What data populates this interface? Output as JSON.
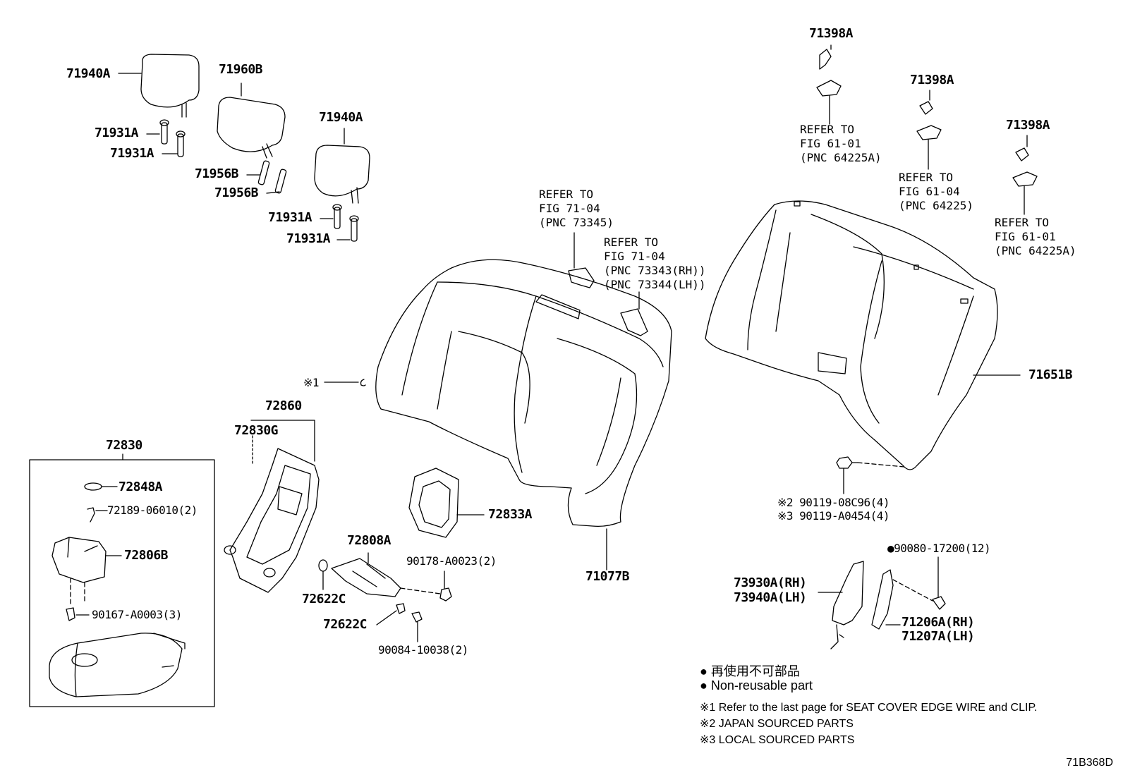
{
  "parts": {
    "p71940A_1": "71940A",
    "p71960B": "71960B",
    "p71931A_1": "71931A",
    "p71931A_2": "71931A",
    "p71940A_2": "71940A",
    "p71956B_1": "71956B",
    "p71956B_2": "71956B",
    "p71931A_3": "71931A",
    "p71931A_4": "71931A",
    "p71398A_1": "71398A",
    "p71398A_2": "71398A",
    "p71398A_3": "71398A",
    "p71651B": "71651B",
    "p72860": "72860",
    "p72830G": "72830G",
    "p72830": "72830",
    "p72848A": "72848A",
    "p72189": "72189-06010(2)",
    "p72806B": "72806B",
    "p90167": "90167-A0003(3)",
    "p72833A": "72833A",
    "p72808A": "72808A",
    "p90178": "90178-A0023(2)",
    "p72622C_1": "72622C",
    "p72622C_2": "72622C",
    "p90084": "90084-10038(2)",
    "p71077B": "71077B",
    "p90119_2": "※2 90119-08C96(4)",
    "p90119_3": "※3 90119-A0454(4)",
    "p90080": "●90080-17200(12)",
    "p73930A": "73930A(RH)",
    "p73940A": "73940A(LH)",
    "p71206A": "71206A(RH)",
    "p71207A": "71207A(LH)",
    "note1_mark": "※1"
  },
  "refs": {
    "r1": [
      "REFER TO",
      "FIG 61-01",
      "(PNC 64225A)"
    ],
    "r2": [
      "REFER TO",
      "FIG 61-04",
      "(PNC 64225)"
    ],
    "r3": [
      "REFER TO",
      "FIG 61-01",
      "(PNC 64225A)"
    ],
    "r4": [
      "REFER TO",
      "FIG 71-04",
      "(PNC 73345)"
    ],
    "r5": [
      "REFER TO",
      "FIG 71-04",
      "(PNC 73343(RH))",
      "(PNC 73344(LH))"
    ]
  },
  "legend": {
    "jp": "● 再使用不可部品",
    "en": "● Non-reusable part",
    "n1": "※1 Refer to the last page for SEAT COVER EDGE WIRE and CLIP.",
    "n2": "※2 JAPAN SOURCED PARTS",
    "n3": "※3 LOCAL SOURCED PARTS"
  },
  "drawing_code": "71B368D"
}
